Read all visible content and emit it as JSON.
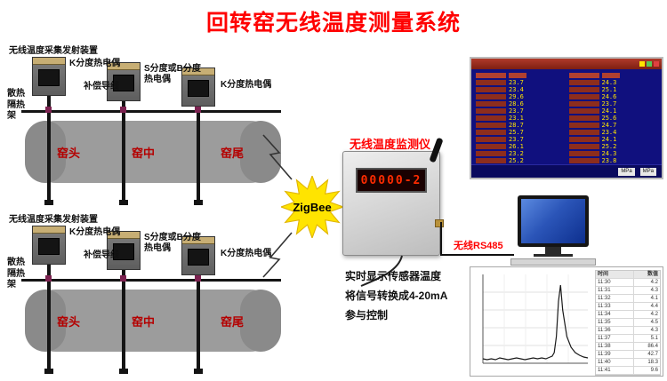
{
  "title": "回转窑无线温度测量系统",
  "colors": {
    "title_red": "#ff0000",
    "kiln_gray": "#9c9c9c",
    "position_label_red": "#b40000",
    "zigbee_yellow": "#ffe400",
    "display_digit_red": "#ff2b00",
    "software_bg_blue": "#10107e",
    "software_value_yellow": "#ffe400",
    "accent_red": "#ff0000"
  },
  "kiln": {
    "system_label": "无线温度采集发射装置",
    "sensor_k_label": "K分度热电偶",
    "compensation_wire_label": "补偿导线",
    "sensor_sb_label_1": "S分度或B分度",
    "sensor_sb_label_2": "热电偶",
    "sensor_k2_label": "K分度热电偶",
    "rack_label": "散热隔热架",
    "positions": [
      "窑头",
      "窑中",
      "窑尾"
    ]
  },
  "zigbee": {
    "label": "ZigBee"
  },
  "monitor_device": {
    "title": "无线温度监测仪",
    "display_value": "00000-2",
    "notes": [
      "实时显示传感器温度",
      "将信号转换成4-20mA",
      "参与控制"
    ]
  },
  "software_panel": {
    "left_rows": [
      "23.7",
      "23.4",
      "29.6",
      "28.6",
      "23.7",
      "23.1",
      "28.7",
      "25.7",
      "23.7",
      "26.1",
      "23.2",
      "25.2"
    ],
    "right_rows": [
      "24.3",
      "25.1",
      "24.6",
      "23.7",
      "24.1",
      "25.6",
      "24.7",
      "23.4",
      "24.1",
      "25.2",
      "24.3",
      "23.8"
    ],
    "bottom_cells": [
      "MPa",
      "MPa"
    ]
  },
  "backend": {
    "computer_label": "后台计算机",
    "link_label": "无线RS485"
  },
  "chart_data": {
    "type": "line",
    "x": [
      0,
      4,
      8,
      12,
      16,
      20,
      24,
      28,
      32,
      36,
      40,
      44,
      48,
      52,
      56,
      60,
      62,
      64,
      66,
      68,
      70,
      72,
      74,
      76,
      80,
      84,
      88,
      92,
      96,
      100
    ],
    "y": [
      5,
      4,
      5,
      4,
      6,
      5,
      4,
      5,
      6,
      5,
      4,
      5,
      6,
      5,
      6,
      5,
      6,
      7,
      8,
      12,
      30,
      70,
      88,
      60,
      30,
      18,
      12,
      9,
      7,
      6
    ],
    "xlim": [
      0,
      100
    ],
    "ylim": [
      0,
      100
    ],
    "grid": true,
    "line_color": "#1a1a1a",
    "title": "",
    "xlabel": "",
    "ylabel": "",
    "table": {
      "headers": [
        "时间",
        "数值"
      ],
      "rows": [
        [
          "11:30",
          "4.2"
        ],
        [
          "11:31",
          "4.3"
        ],
        [
          "11:32",
          "4.1"
        ],
        [
          "11:33",
          "4.4"
        ],
        [
          "11:34",
          "4.2"
        ],
        [
          "11:35",
          "4.5"
        ],
        [
          "11:36",
          "4.3"
        ],
        [
          "11:37",
          "5.1"
        ],
        [
          "11:38",
          "86.4"
        ],
        [
          "11:39",
          "42.7"
        ],
        [
          "11:40",
          "18.3"
        ],
        [
          "11:41",
          "9.6"
        ]
      ]
    }
  }
}
